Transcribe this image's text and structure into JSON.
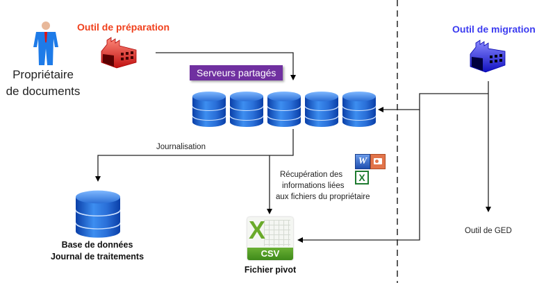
{
  "diagram": {
    "owner": {
      "line1": "Propriétaire",
      "line2": "de documents",
      "icon": "person-icon"
    },
    "prep_tool": {
      "label": "Outil de préparation",
      "color": "#f0401c",
      "icon": "factory-icon"
    },
    "migration_tool": {
      "label": "Outil de migration",
      "color": "#3b3bf0",
      "icon": "factory-icon"
    },
    "shared_servers": {
      "label": "Serveurs partagés",
      "color": "#7030a0",
      "count": 5,
      "icon": "database-icon"
    },
    "logging_label": "Journalisation",
    "database": {
      "line1": "Base de données",
      "line2": "Journal de traitements",
      "icon": "database-icon"
    },
    "retrieval": {
      "line1": "Récupération des",
      "line2": "informations liées",
      "line3": "aux fichiers du propriétaire",
      "icons": [
        "word-icon",
        "powerpoint-icon",
        "excel-icon"
      ]
    },
    "pivot_file": {
      "badge": "CSV",
      "label": "Fichier pivot",
      "icon": "csv-file-icon"
    },
    "ged_tool": {
      "label": "Outil de GED"
    }
  }
}
